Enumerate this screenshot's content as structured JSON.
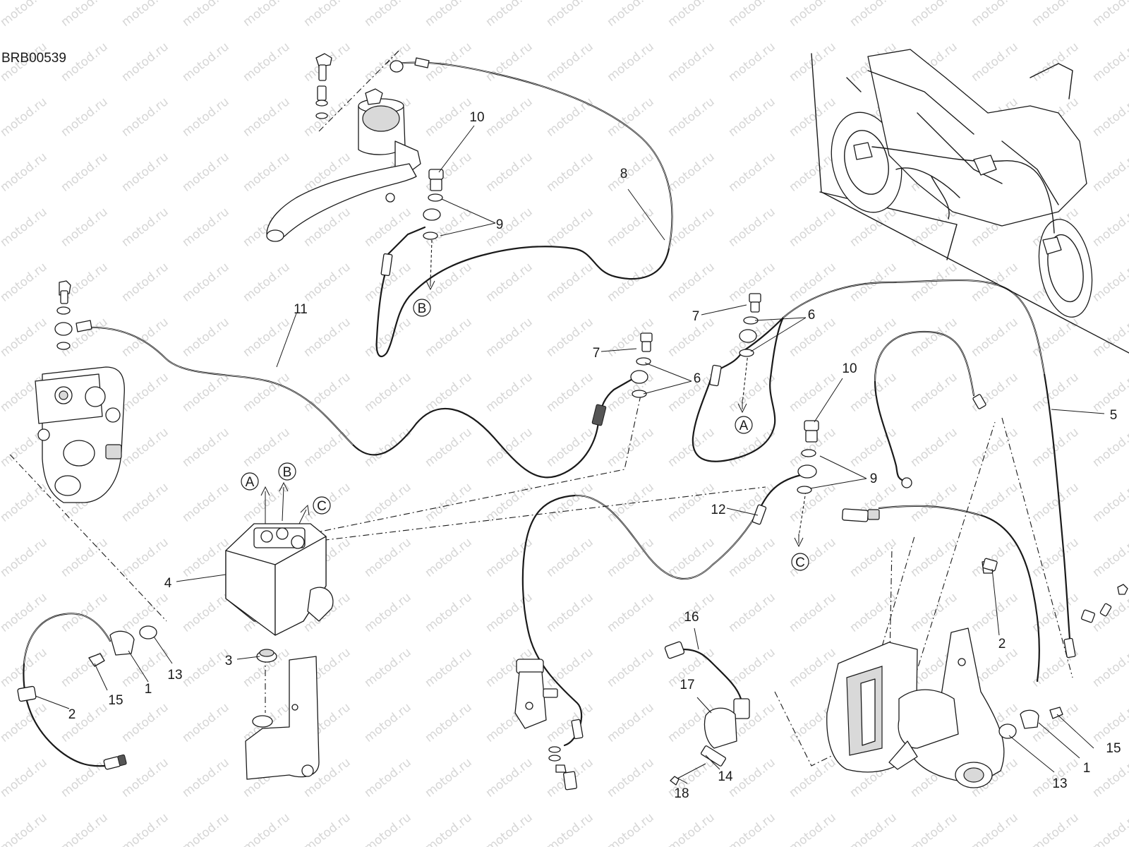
{
  "drawing_code": "BRB00539",
  "watermark": "motod.ru",
  "callouts": [
    {
      "id": "c1a",
      "text": "1"
    },
    {
      "id": "c1b",
      "text": "1"
    },
    {
      "id": "c2a",
      "text": "2"
    },
    {
      "id": "c2b",
      "text": "2"
    },
    {
      "id": "c3",
      "text": "3"
    },
    {
      "id": "c4",
      "text": "4"
    },
    {
      "id": "c5",
      "text": "5"
    },
    {
      "id": "c6a",
      "text": "6"
    },
    {
      "id": "c6b",
      "text": "6"
    },
    {
      "id": "c7a",
      "text": "7"
    },
    {
      "id": "c7b",
      "text": "7"
    },
    {
      "id": "c8",
      "text": "8"
    },
    {
      "id": "c9a",
      "text": "9"
    },
    {
      "id": "c9b",
      "text": "9"
    },
    {
      "id": "c10a",
      "text": "10"
    },
    {
      "id": "c10b",
      "text": "10"
    },
    {
      "id": "c11",
      "text": "11"
    },
    {
      "id": "c12",
      "text": "12"
    },
    {
      "id": "c13a",
      "text": "13"
    },
    {
      "id": "c13b",
      "text": "13"
    },
    {
      "id": "c14",
      "text": "14"
    },
    {
      "id": "c15a",
      "text": "15"
    },
    {
      "id": "c15b",
      "text": "15"
    },
    {
      "id": "c16",
      "text": "16"
    },
    {
      "id": "c17",
      "text": "17"
    },
    {
      "id": "c18",
      "text": "18"
    }
  ],
  "ports": [
    {
      "id": "pA1",
      "text": "A"
    },
    {
      "id": "pB1",
      "text": "B"
    },
    {
      "id": "pC1",
      "text": "C"
    },
    {
      "id": "pA2",
      "text": "A"
    },
    {
      "id": "pB2",
      "text": "B"
    },
    {
      "id": "pC2",
      "text": "C"
    }
  ]
}
